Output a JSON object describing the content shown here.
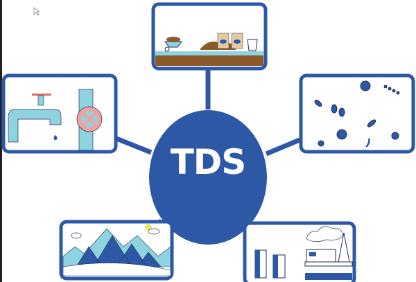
{
  "center": {
    "label": "TDS"
  },
  "nodes": [
    {
      "icon": "soil-fertilizer-icon",
      "position": "top"
    },
    {
      "icon": "pipe-faucet-valve-icon",
      "position": "left"
    },
    {
      "icon": "microorganisms-icon",
      "position": "right"
    },
    {
      "icon": "mountains-icon",
      "position": "bottom-left"
    },
    {
      "icon": "industry-oil-rig-icon",
      "position": "bottom-right"
    }
  ],
  "colors": {
    "primary": "#2d58a6",
    "light_blue": "#8fd3e0",
    "soil": "#8a5a2b",
    "valve": "#f2a0a0"
  }
}
